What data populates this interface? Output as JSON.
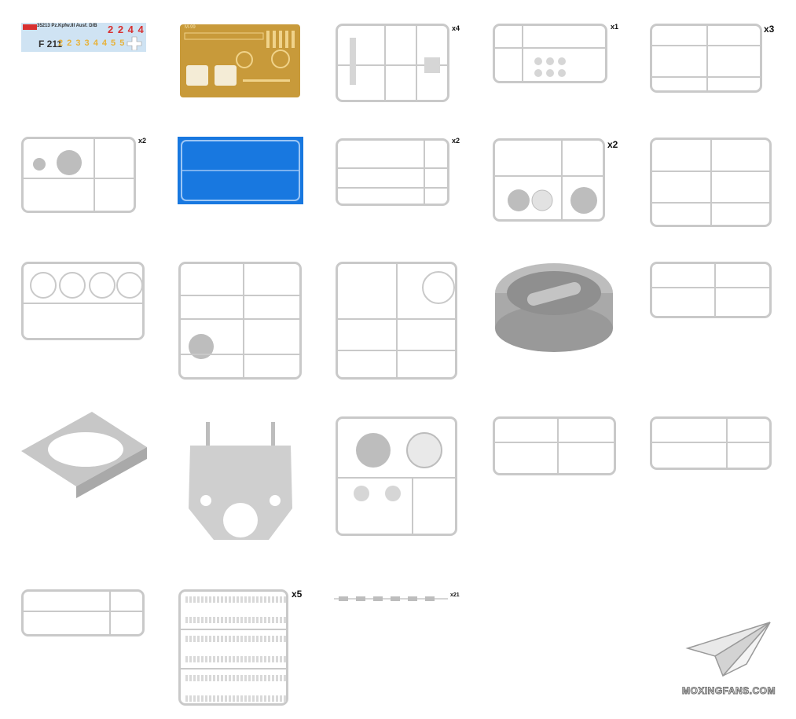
{
  "decal_sheet": {
    "code": "35213 Pz.Kpfw.III Ausf. D/B",
    "numbers_red": "2 2 4 4",
    "numbers_dark": "F 211",
    "numbers_yellow": "2 2 3 3 4 4 5 5"
  },
  "photo_etch": {
    "label": "M-99"
  },
  "quantities": {
    "sprue_c": "x4",
    "sprue_d": "x1",
    "sprue_e": "x3",
    "sprue_f": "x2",
    "sprue_h": "x2",
    "sprue_i": "x2",
    "track_sprue": "x5",
    "track_links": "x21"
  },
  "watermark": {
    "brand": "MOXINGFANS.COM"
  },
  "colors": {
    "sprue": "#c9c9c9",
    "clear_sheet": "#1878e0",
    "photo_etch": "#c89a3a",
    "decal_bg": "#cfe3f3",
    "hull_grey": "#a9a9a9"
  }
}
